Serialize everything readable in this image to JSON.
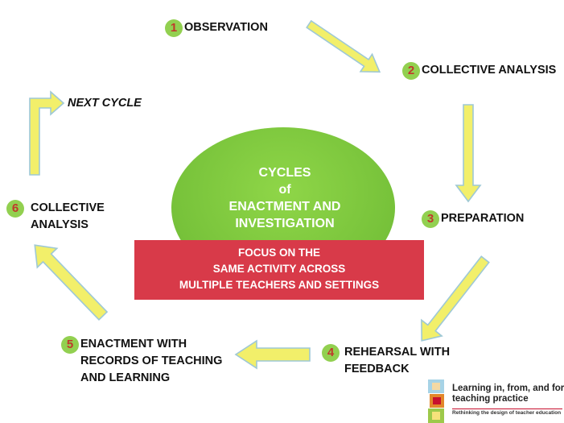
{
  "center": {
    "title": "CYCLES\nof\nENACTMENT AND\nINVESTIGATION",
    "focus": "FOCUS ON THE\nSAME ACTIVITY ACROSS\nMULTIPLE TEACHERS AND SETTINGS"
  },
  "steps": [
    {
      "number": "1",
      "label": "OBSERVATION"
    },
    {
      "number": "2",
      "label": "COLLECTIVE ANALYSIS"
    },
    {
      "number": "3",
      "label": "PREPARATION"
    },
    {
      "number": "4",
      "label": "REHEARSAL WITH\nFEEDBACK"
    },
    {
      "number": "5",
      "label": "ENACTMENT WITH\nRECORDS OF TEACHING\nAND LEARNING"
    },
    {
      "number": "6",
      "label": "COLLECTIVE\nANALYSIS"
    }
  ],
  "next_cycle": "NEXT CYCLE",
  "logo": {
    "title": "Learning in, from, and for\nteaching practice",
    "subtitle": "Rethinking the design of teacher education",
    "accent": "#c8102e"
  },
  "colors": {
    "arrow_fill": "#f2ef6a",
    "arrow_stroke": "#9ec8d6",
    "number_circle": "#92d050",
    "number_text": "#c0392b",
    "ellipse": "#7bc83d",
    "focus_box": "#d83a49"
  }
}
